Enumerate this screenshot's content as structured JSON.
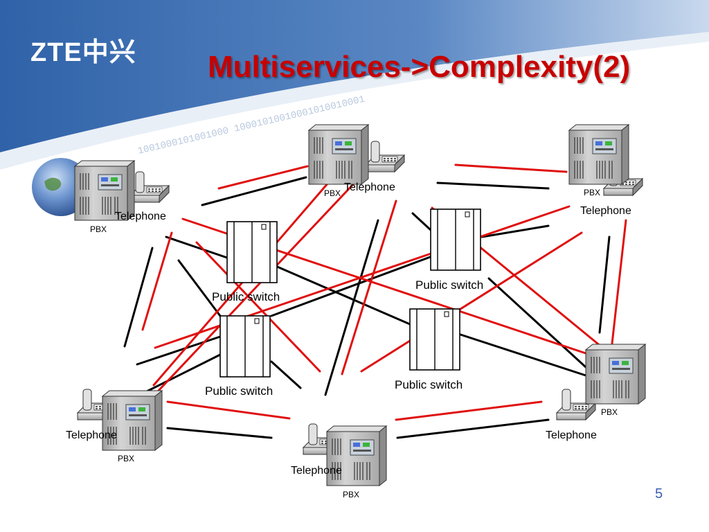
{
  "slide": {
    "logo_text": "ZTE中兴",
    "title": "Multiservices->Complexity(2)",
    "page_number": "5",
    "binary_text": "1001000101001000 10001010010001010010001"
  },
  "labels": {
    "telephone": "Telephone",
    "pbx": "PBX",
    "public_switch": "Public switch"
  },
  "colors": {
    "title": "#c80000",
    "connector_red": "#e01010",
    "connector_black": "#000000",
    "page_number": "#3a5fb0",
    "banner": "#2f62a8"
  }
}
